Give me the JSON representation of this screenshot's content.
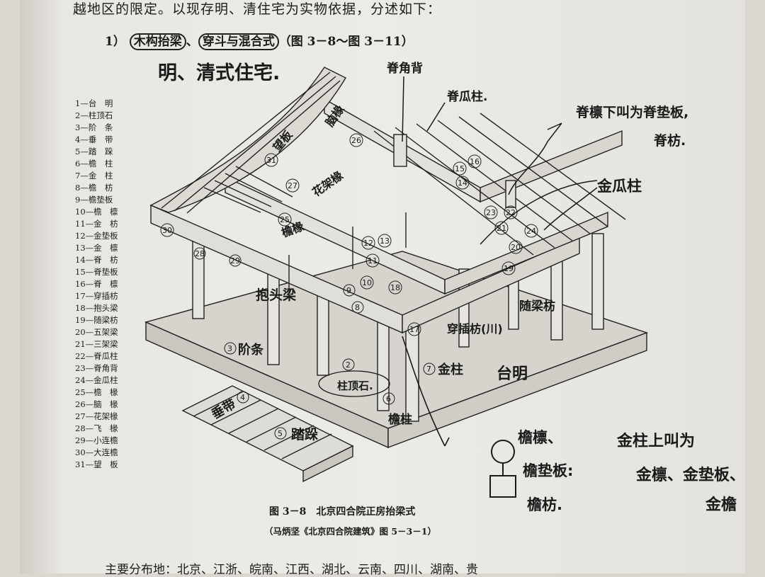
{
  "intro_text": "越地区的限定。以现存明、清住宅为实物依据，分述如下：",
  "section": {
    "number": "1）",
    "circled_a": "木构抬梁",
    "sep": "、",
    "circled_b": "穿斗与混合式",
    "ref": "（图 3－8～图 3－11）"
  },
  "legend": [
    "1—台　明",
    "2—柱顶石",
    "3—阶　条",
    "4—垂　带",
    "5—踏　跺",
    "6—檐　柱",
    "7—金　柱",
    "8—檐　枋",
    "9—檐垫板",
    "10—檐　檩",
    "11—金　枋",
    "12—金垫板",
    "13—金　檩",
    "14—脊　枋",
    "15—脊垫板",
    "16—脊　檩",
    "17—穿插枋",
    "18—抱头梁",
    "19—随梁枋",
    "20—五架梁",
    "21—三架梁",
    "22—脊瓜柱",
    "23—脊角背",
    "24—金瓜柱",
    "25—檐　椽",
    "26—脑　椽",
    "27—花架椽",
    "28—飞　椽",
    "29—小连檐",
    "30—大连檐",
    "31—望　板"
  ],
  "annotations": {
    "title_note": "明、清式住宅.",
    "ji_jiao_bei": "脊角背",
    "ji_gua_zhu": "脊瓜柱.",
    "ji_lin_note_1": "脊檩下叫为脊垫板,",
    "ji_lin_note_2": "脊枋.",
    "jin_gua_zhu": "金瓜柱",
    "nao_chuan": "脑椽",
    "wang_ban": "望板",
    "hua_jia_chuan": "花架椽",
    "yan_chuan": "檐椽",
    "bao_tou_liang": "抱头梁",
    "sui_liang_fang": "随梁枋",
    "chuan_cha_fang": "穿插枋(川)",
    "jie_tiao": "阶条",
    "zhu_ding_shi": "柱顶石.",
    "chui_dai": "垂带",
    "ta_duo": "踏跺",
    "yan_zhu": "檐柱",
    "jin_zhu": "金柱",
    "tai_ming": "台明",
    "yan_lin": "檐檩、",
    "yan_dian_ban": "檐垫板:",
    "yan_fang": "檐枋.",
    "jin_note_1": "金柱上叫为",
    "jin_note_2": "金檩、金垫板、",
    "jin_note_3": "金檐"
  },
  "numbers": [
    "30",
    "28",
    "29",
    "31",
    "26",
    "27",
    "25",
    "2",
    "3",
    "4",
    "5",
    "6",
    "7",
    "8",
    "9",
    "10",
    "11",
    "12",
    "13",
    "14",
    "15",
    "16",
    "17",
    "18",
    "19",
    "20",
    "21",
    "22",
    "23",
    "24"
  ],
  "caption": "图 3－8　北京四合院正房抬梁式",
  "source": "（马炳坚《北京四合院建筑》图 5－3－1）",
  "bottom_text": "主要分布地：北京、江浙、皖南、江西、湖北、云南、四川、湖南、贵"
}
